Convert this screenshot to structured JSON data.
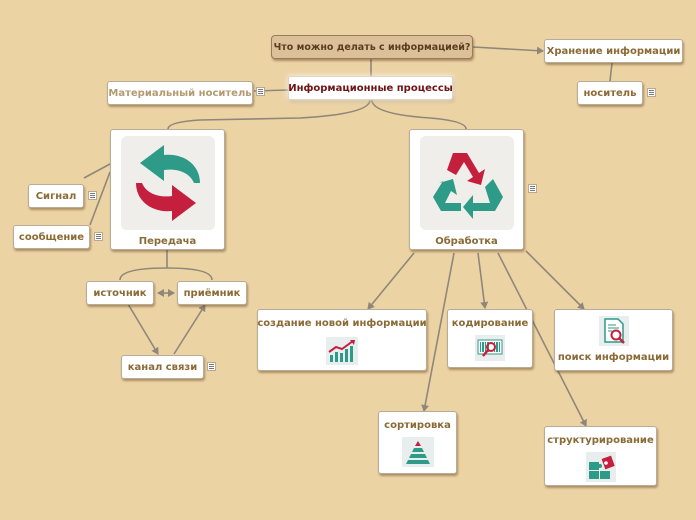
{
  "root": {
    "label": "Что можно делать с информацией?"
  },
  "central": {
    "label": "Информационные процессы"
  },
  "nodes": {
    "storage": "Хранение информации",
    "carrier": "носитель",
    "material": "Материальный носитель",
    "transfer": "Передача",
    "processing": "Обработка",
    "signal": "Сигнал",
    "message": "сообщение",
    "source": "источник",
    "receiver": "приёмник",
    "channel": "канал связи",
    "create_new": "создание новой информации",
    "coding": "кодирование",
    "search": "поиск информации",
    "sorting": "сортировка",
    "structuring": "структурирование"
  },
  "colors": {
    "background": "#ecd3a4",
    "node_text": "#8a6a35",
    "central_text": "#6e1414",
    "root_fill": "#dcc09a",
    "teal": "#2e9a88",
    "crimson": "#c4203e",
    "edge": "#8f877a"
  },
  "icons": {
    "transfer": "swap-arrows-icon",
    "processing": "recycle-icon",
    "create_new": "growth-chart-icon",
    "coding": "barcode-magnifier-icon",
    "search": "document-search-icon",
    "sorting": "pyramid-icon",
    "structuring": "puzzle-icon",
    "notes": "note-icon"
  }
}
